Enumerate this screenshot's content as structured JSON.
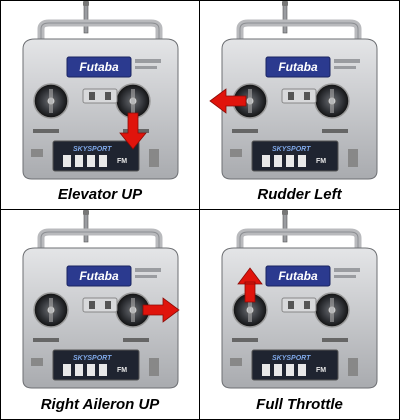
{
  "panels": [
    {
      "caption": "Elevator UP",
      "brand": "Futaba",
      "model": "SKYSPORT",
      "mode": "FM",
      "arrow": "down-right-stick"
    },
    {
      "caption": "Rudder Left",
      "brand": "Futaba",
      "model": "SKYSPORT",
      "mode": "FM",
      "arrow": "left-left-stick"
    },
    {
      "caption": "Right Aileron UP",
      "brand": "Futaba",
      "model": "SKYSPORT",
      "mode": "FM",
      "arrow": "right-right-stick"
    },
    {
      "caption": "Full Throttle",
      "brand": "Futaba",
      "model": "SKYSPORT",
      "mode": "FM",
      "arrow": "up-left-stick"
    }
  ],
  "colors": {
    "arrow": "#e0140c",
    "body": "#c8c9cb",
    "panel": "#1f2430"
  }
}
